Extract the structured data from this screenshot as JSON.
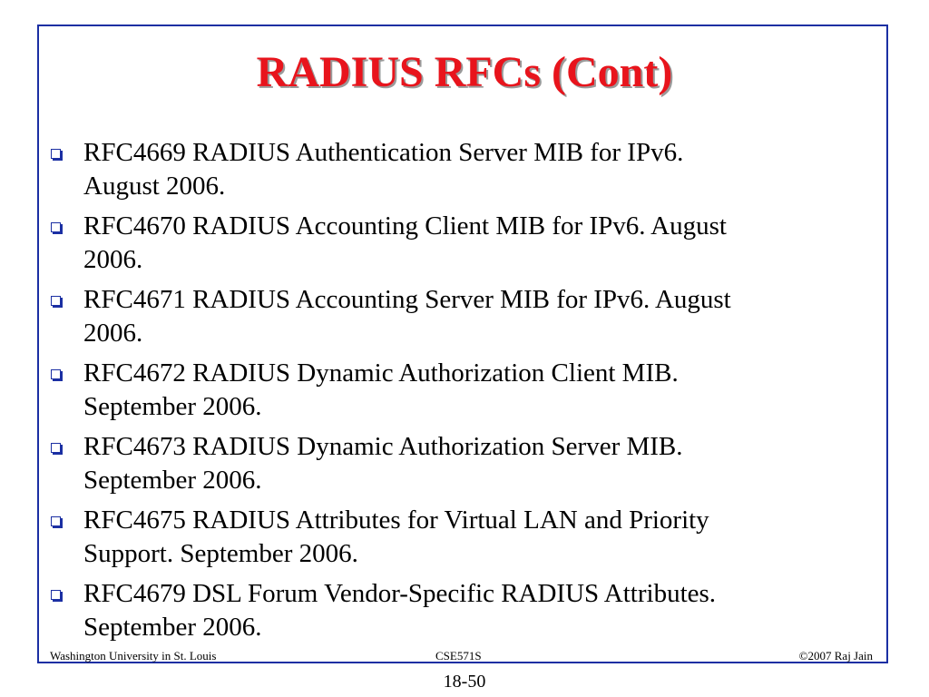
{
  "slide": {
    "title": "RADIUS RFCs (Cont)",
    "bullets": [
      {
        "line1": "RFC4669 RADIUS Authentication Server MIB for IPv6.",
        "line2": "August 2006."
      },
      {
        "line1": "RFC4670 RADIUS Accounting Client MIB for IPv6. August",
        "line2": "2006."
      },
      {
        "line1": "RFC4671 RADIUS Accounting Server MIB for IPv6. August",
        "line2": "2006."
      },
      {
        "line1": "RFC4672 RADIUS Dynamic Authorization Client MIB.",
        "line2": "September 2006."
      },
      {
        "line1": "RFC4673 RADIUS Dynamic Authorization Server MIB.",
        "line2": "September 2006."
      },
      {
        "line1": "RFC4675 RADIUS Attributes for Virtual LAN and Priority",
        "line2": "Support. September 2006."
      },
      {
        "line1": "RFC4679 DSL Forum Vendor-Specific RADIUS Attributes.",
        "line2": "September 2006."
      }
    ]
  },
  "footer": {
    "left": "Washington University in St. Louis",
    "center": "CSE571S",
    "right": "©2007 Raj Jain"
  },
  "page_number": "18-50",
  "colors": {
    "title": "#e8141c",
    "border": "#1b2fa3",
    "bullet": "#1b2fa3"
  }
}
